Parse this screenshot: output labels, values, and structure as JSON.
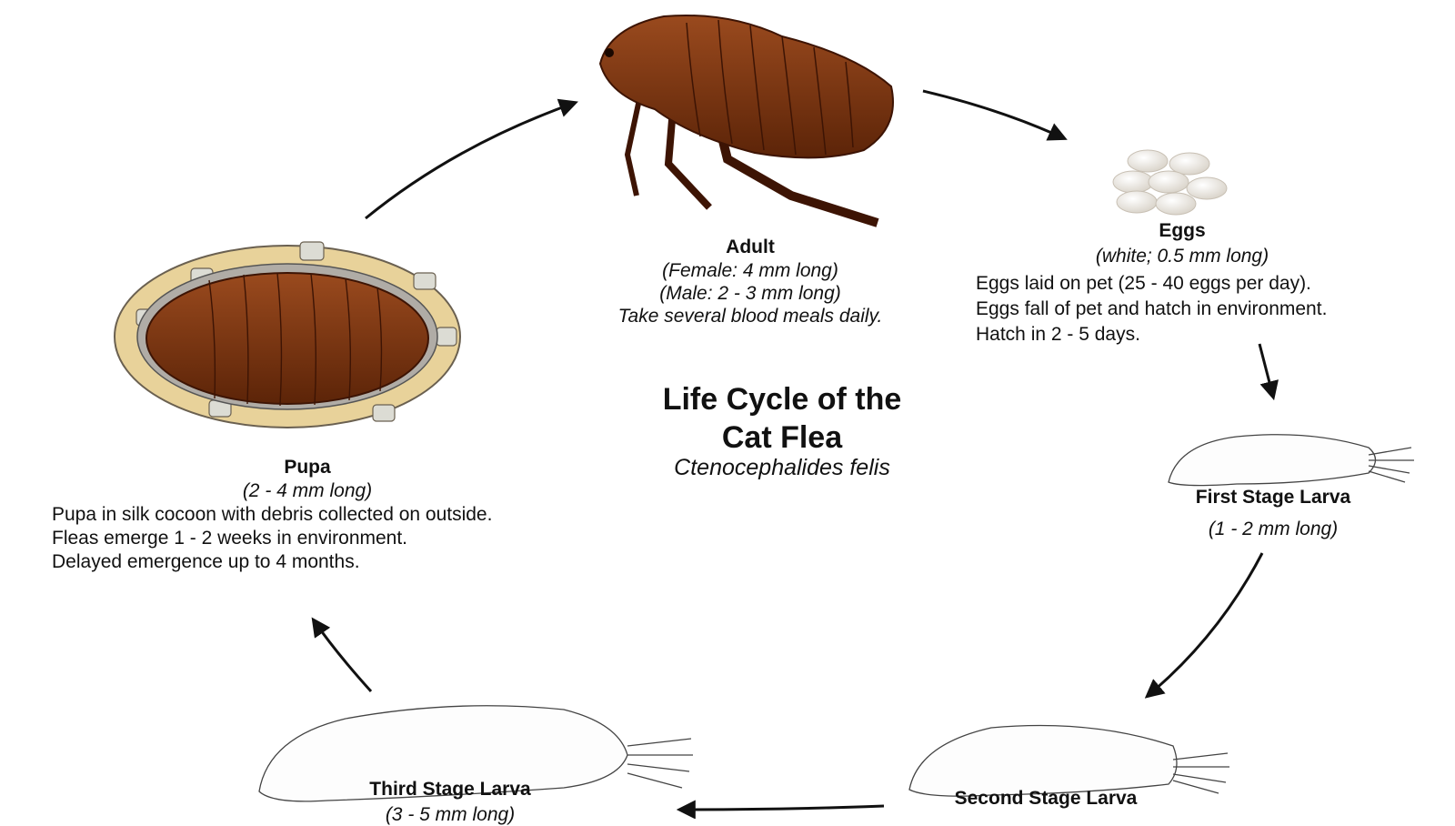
{
  "title": {
    "line1": "Life Cycle of the",
    "line2": "Cat Flea",
    "scientific_name": "Ctenocephalides felis"
  },
  "stages": {
    "adult": {
      "name": "Adult",
      "notes": [
        "(Female: 4 mm long)",
        "(Male: 2 - 3 mm long)",
        "Take several blood meals daily."
      ]
    },
    "eggs": {
      "name": "Eggs",
      "size": "(white; 0.5 mm long)",
      "notes": [
        "Eggs laid on pet (25 - 40 eggs per day).",
        "Eggs fall of pet and hatch in environment.",
        "Hatch in 2 - 5 days."
      ]
    },
    "first_larva": {
      "name": "First Stage Larva",
      "size": "(1 - 2 mm long)"
    },
    "second_larva": {
      "name": "Second Stage Larva"
    },
    "third_larva": {
      "name": "Third Stage Larva",
      "size": "(3 - 5 mm long)"
    },
    "pupa": {
      "name": "Pupa",
      "size": "(2 - 4 mm long)",
      "notes": [
        "Pupa in silk cocoon with debris collected on outside.",
        "Fleas emerge 1 - 2 weeks in environment.",
        "Delayed emergence up to 4 months."
      ]
    }
  },
  "colors": {
    "flea_body": "#7a3412",
    "flea_dark": "#3d1404",
    "egg": "#eeeae4",
    "debris": "#e2c88c",
    "arrow": "#111111"
  }
}
